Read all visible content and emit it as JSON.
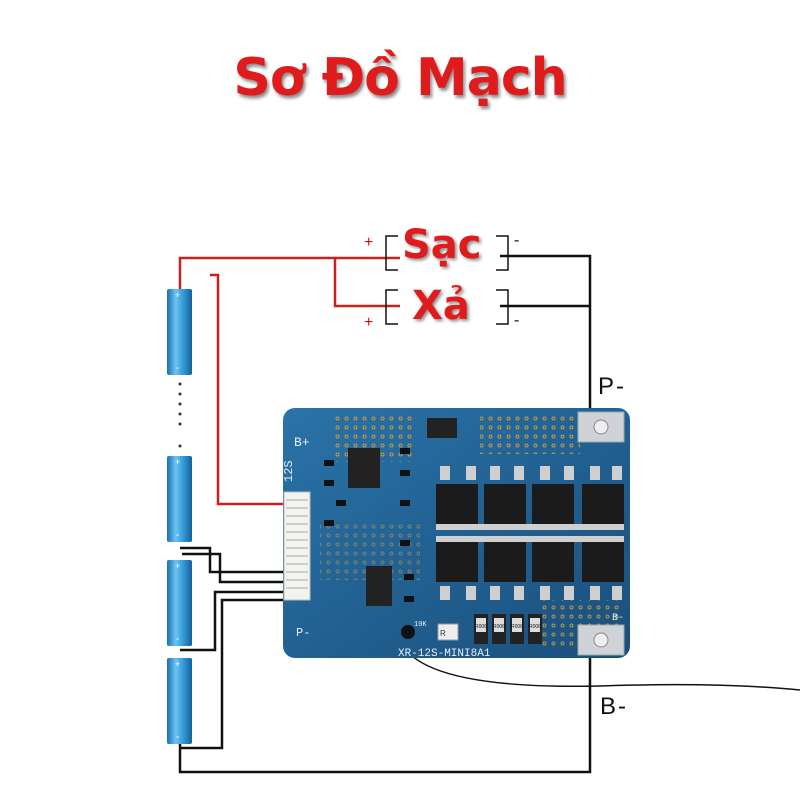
{
  "title": "Sơ Đồ Mạch",
  "charge": {
    "label": "Sạc",
    "plus": "+",
    "minus": "-"
  },
  "discharge": {
    "label": "Xả",
    "plus": "+",
    "minus": "-"
  },
  "terminals": {
    "p_minus": "P-",
    "b_minus": "B-"
  },
  "board": {
    "b_plus": "B+",
    "series": "12S",
    "p_minus_mark": "P-",
    "b_minus_mark": "B-",
    "model": "XR-12S-MINI8A1",
    "resistor_marks": [
      "R006",
      "R006",
      "R006",
      "R006"
    ],
    "small_marks": [
      "10K",
      "R"
    ]
  },
  "battery": {
    "cell_plus": "+",
    "cell_minus": "-"
  },
  "colors": {
    "title": "#e01b1b",
    "wire_positive": "#cc1f1f",
    "wire_negative": "#111111",
    "board": "#1f5f8f",
    "cell": "#2f8fd0"
  }
}
